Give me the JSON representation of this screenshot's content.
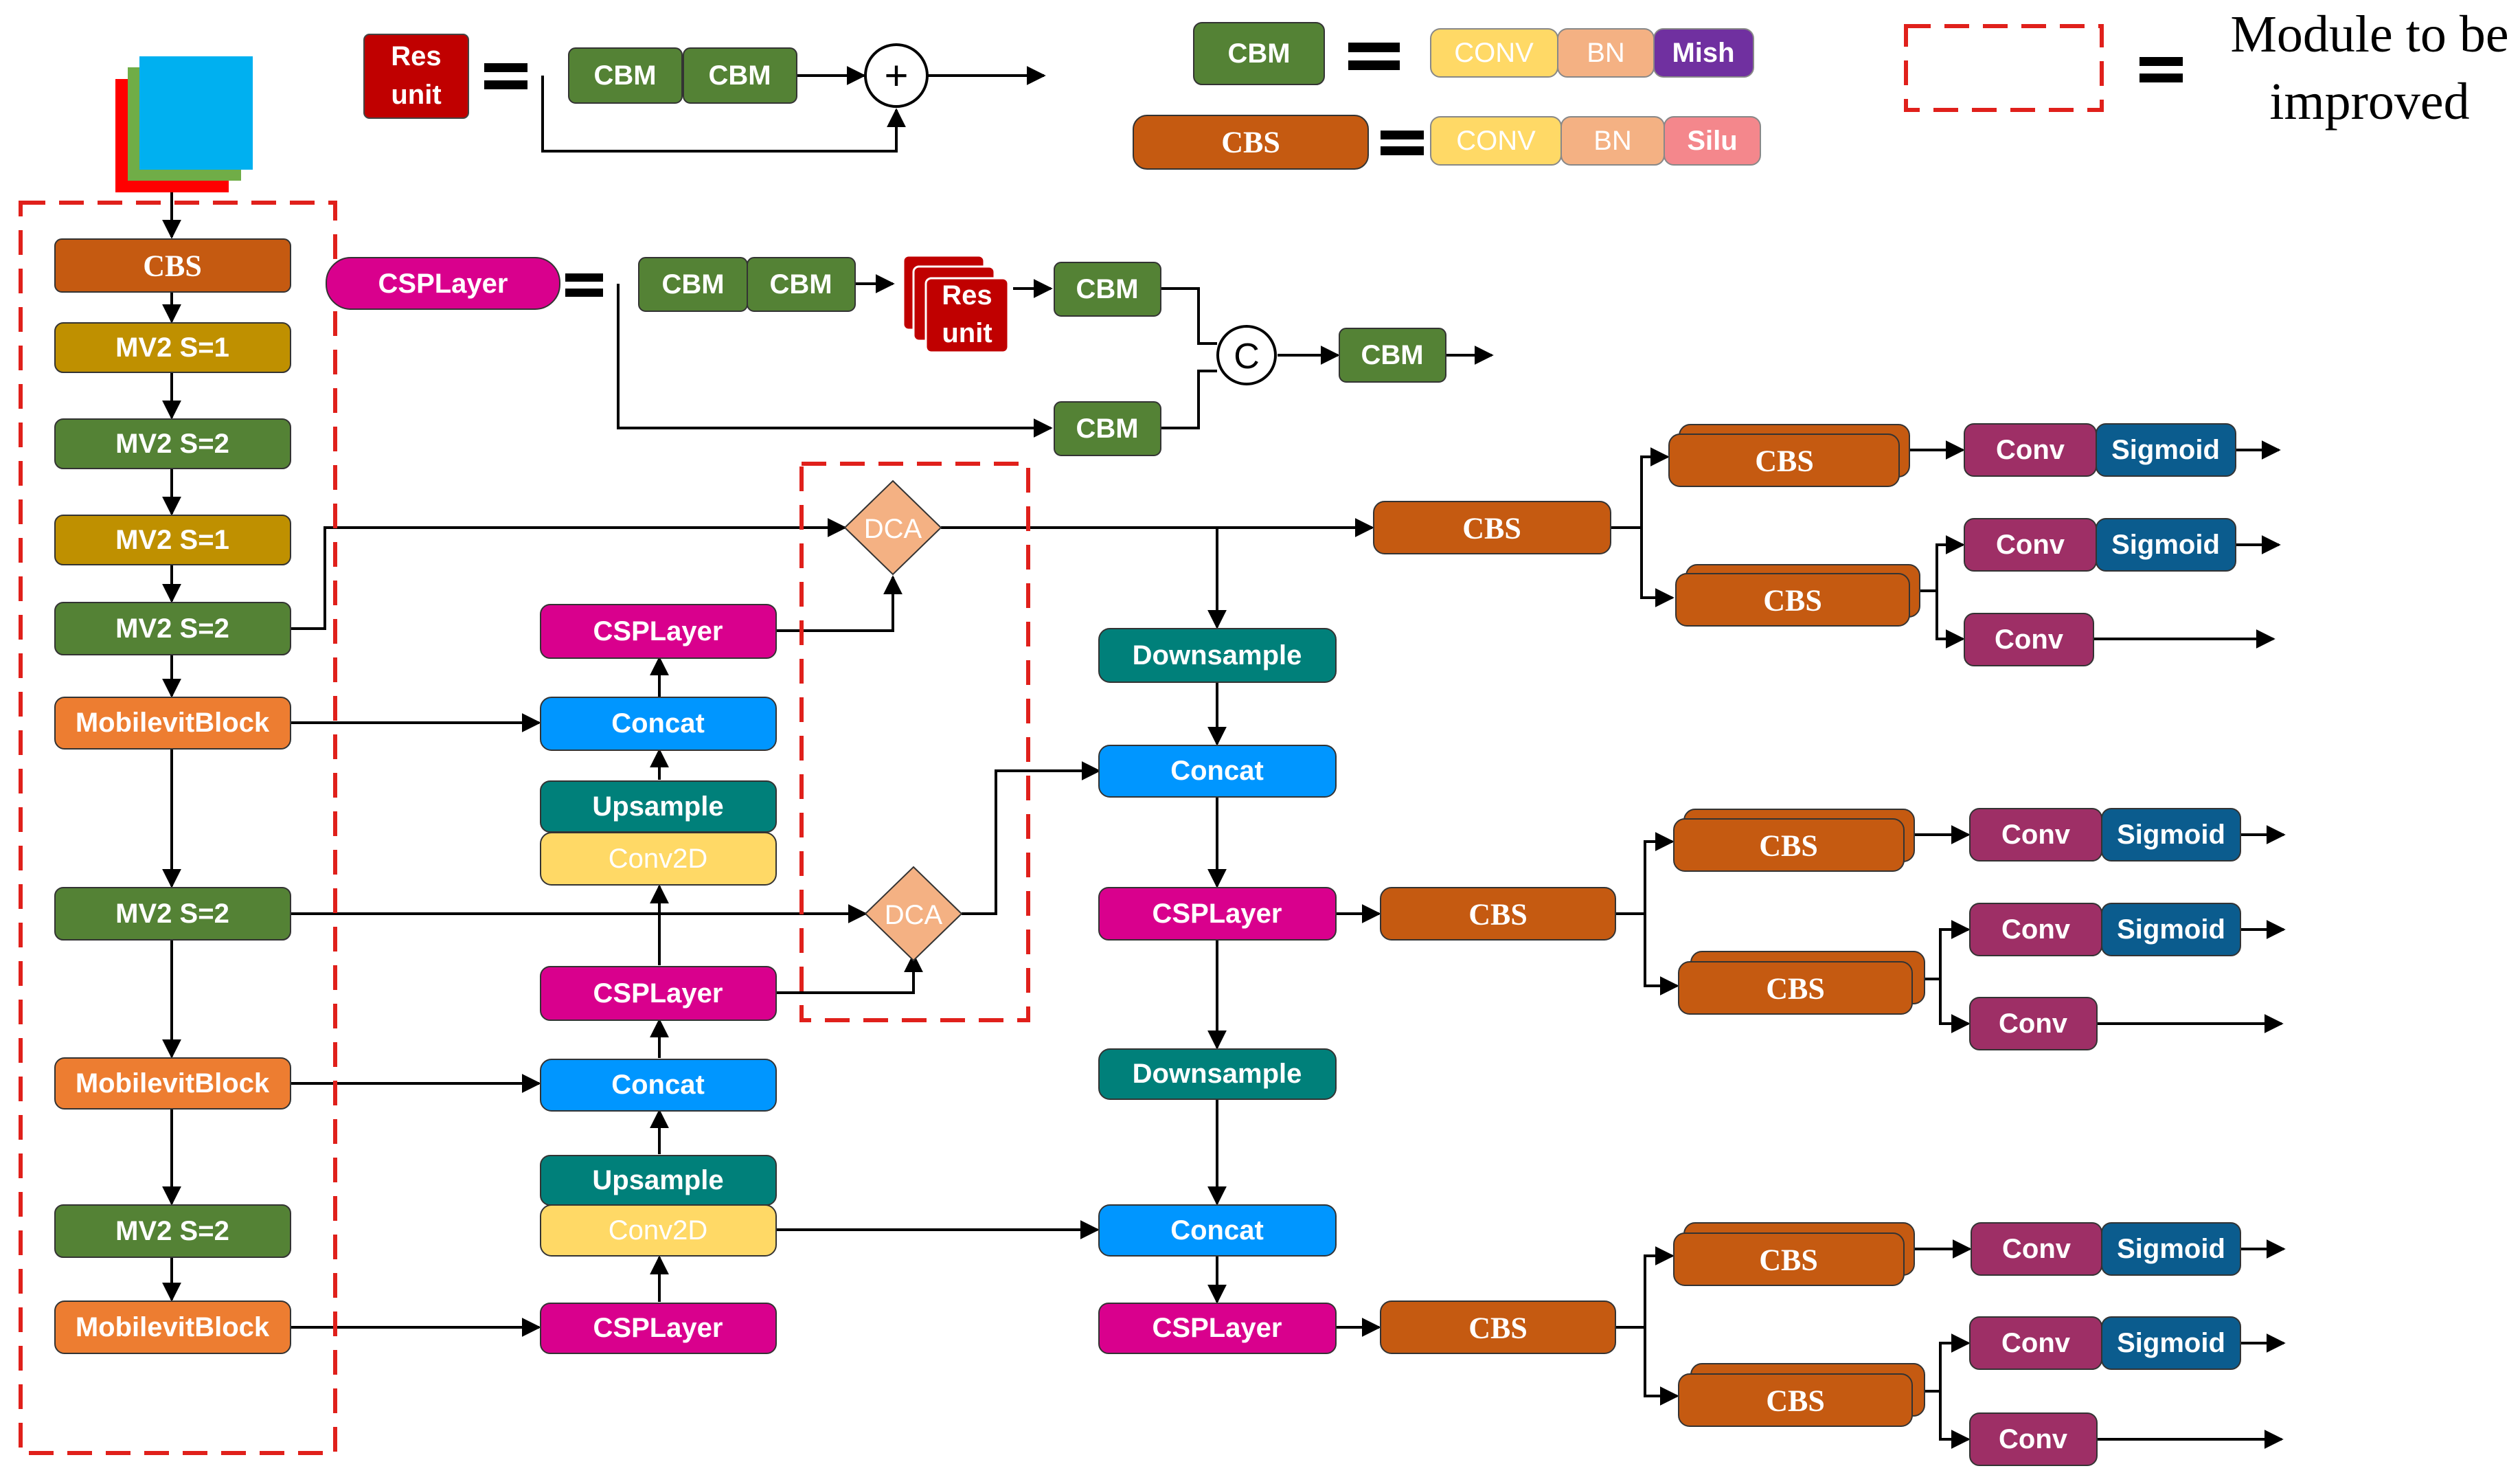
{
  "colors": {
    "cbs": "#C55A11",
    "cbm": "#548235",
    "mv2_s1": "#BF9000",
    "mv2_s2": "#548235",
    "mobilevit": "#ED7D31",
    "csplayer": "#D9008D",
    "concat": "#0096FF",
    "upsample": "#00807A",
    "conv2d": "#FFD966",
    "downsample": "#00807A",
    "conv": "#9E2F66",
    "sigmoid": "#0B5C8E",
    "res": "#C00000",
    "dca": "#F4B183",
    "conv_yellow": "#FFD966",
    "bn": "#F4B183",
    "mish": "#7030A0",
    "silu": "#F4878C",
    "dashed": "#E0201B",
    "stack_blue": "#00B0F0",
    "stack_green": "#70AD47",
    "stack_red": "#FF0000"
  },
  "legend": {
    "res_line1": "Res",
    "res_line2": "unit",
    "cbm": "CBM",
    "cbs": "CBS",
    "conv": "CONV",
    "bn": "BN",
    "mish": "Mish",
    "silu": "Silu",
    "plus": "+",
    "module_line1": "Module to be",
    "module_line2": "improved"
  },
  "csp_def": {
    "csplayer": "CSPLayer",
    "cbm": "CBM",
    "res_line1": "Res",
    "res_line2": "unit",
    "concat_symbol": "C"
  },
  "backbone": {
    "cbs": "CBS",
    "mv2_s1": "MV2 S=1",
    "mv2_s2": "MV2 S=2",
    "mobilevit": "MobilevitBlock"
  },
  "neck": {
    "csplayer": "CSPLayer",
    "concat": "Concat",
    "upsample": "Upsample",
    "conv2d": "Conv2D",
    "downsample": "Downsample",
    "dca": "DCA"
  },
  "head": {
    "cbs": "CBS",
    "conv": "Conv",
    "sigmoid": "Sigmoid"
  }
}
